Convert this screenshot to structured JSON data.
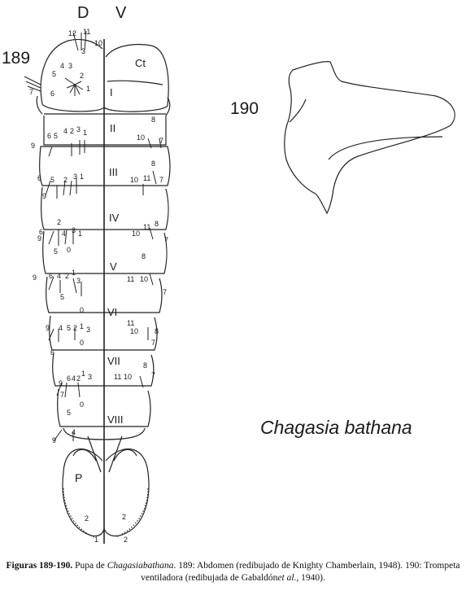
{
  "figure": {
    "label_d": "D",
    "label_v": "V",
    "fig_189": "189",
    "fig_190": "190",
    "ct_label": "Ct",
    "p_label": "P",
    "segments": [
      "I",
      "II",
      "III",
      "IV",
      "V",
      "VI",
      "VII",
      "VIII"
    ],
    "species_name": "Chagasia bathana"
  },
  "caption": {
    "bold": "Figuras 189-190.",
    "text1": " Pupa de ",
    "italic1": "Chagasiabathana",
    "text2": ". 189: Abdomen (redibujado de Knighty Chamberlain, 1948). 190: Trompeta ventiladora (redibujada de Gabaldón",
    "italic2": "et al.,",
    "text3": " 1940)."
  }
}
